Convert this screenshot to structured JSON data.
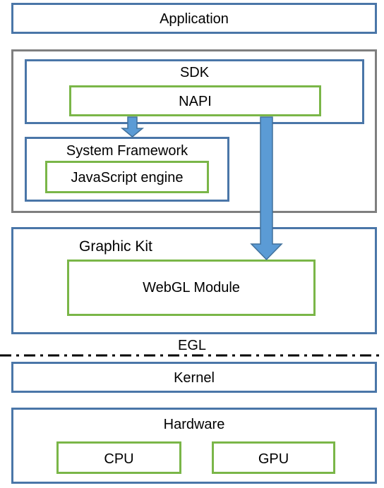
{
  "layers": {
    "application": "Application",
    "sdk": "SDK",
    "napi": "NAPI",
    "system_framework": "System Framework",
    "javascript_engine": "JavaScript engine",
    "graphic_kit": "Graphic Kit",
    "webgl_module": "WebGL Module",
    "egl": "EGL",
    "kernel": "Kernel",
    "hardware": "Hardware",
    "cpu": "CPU",
    "gpu": "GPU"
  },
  "colors": {
    "blue_border": "#4a76a8",
    "green_border": "#7ab648",
    "gray_border": "#7f7f7f",
    "arrow_fill": "#5b9bd5",
    "arrow_stroke": "#41719c"
  }
}
